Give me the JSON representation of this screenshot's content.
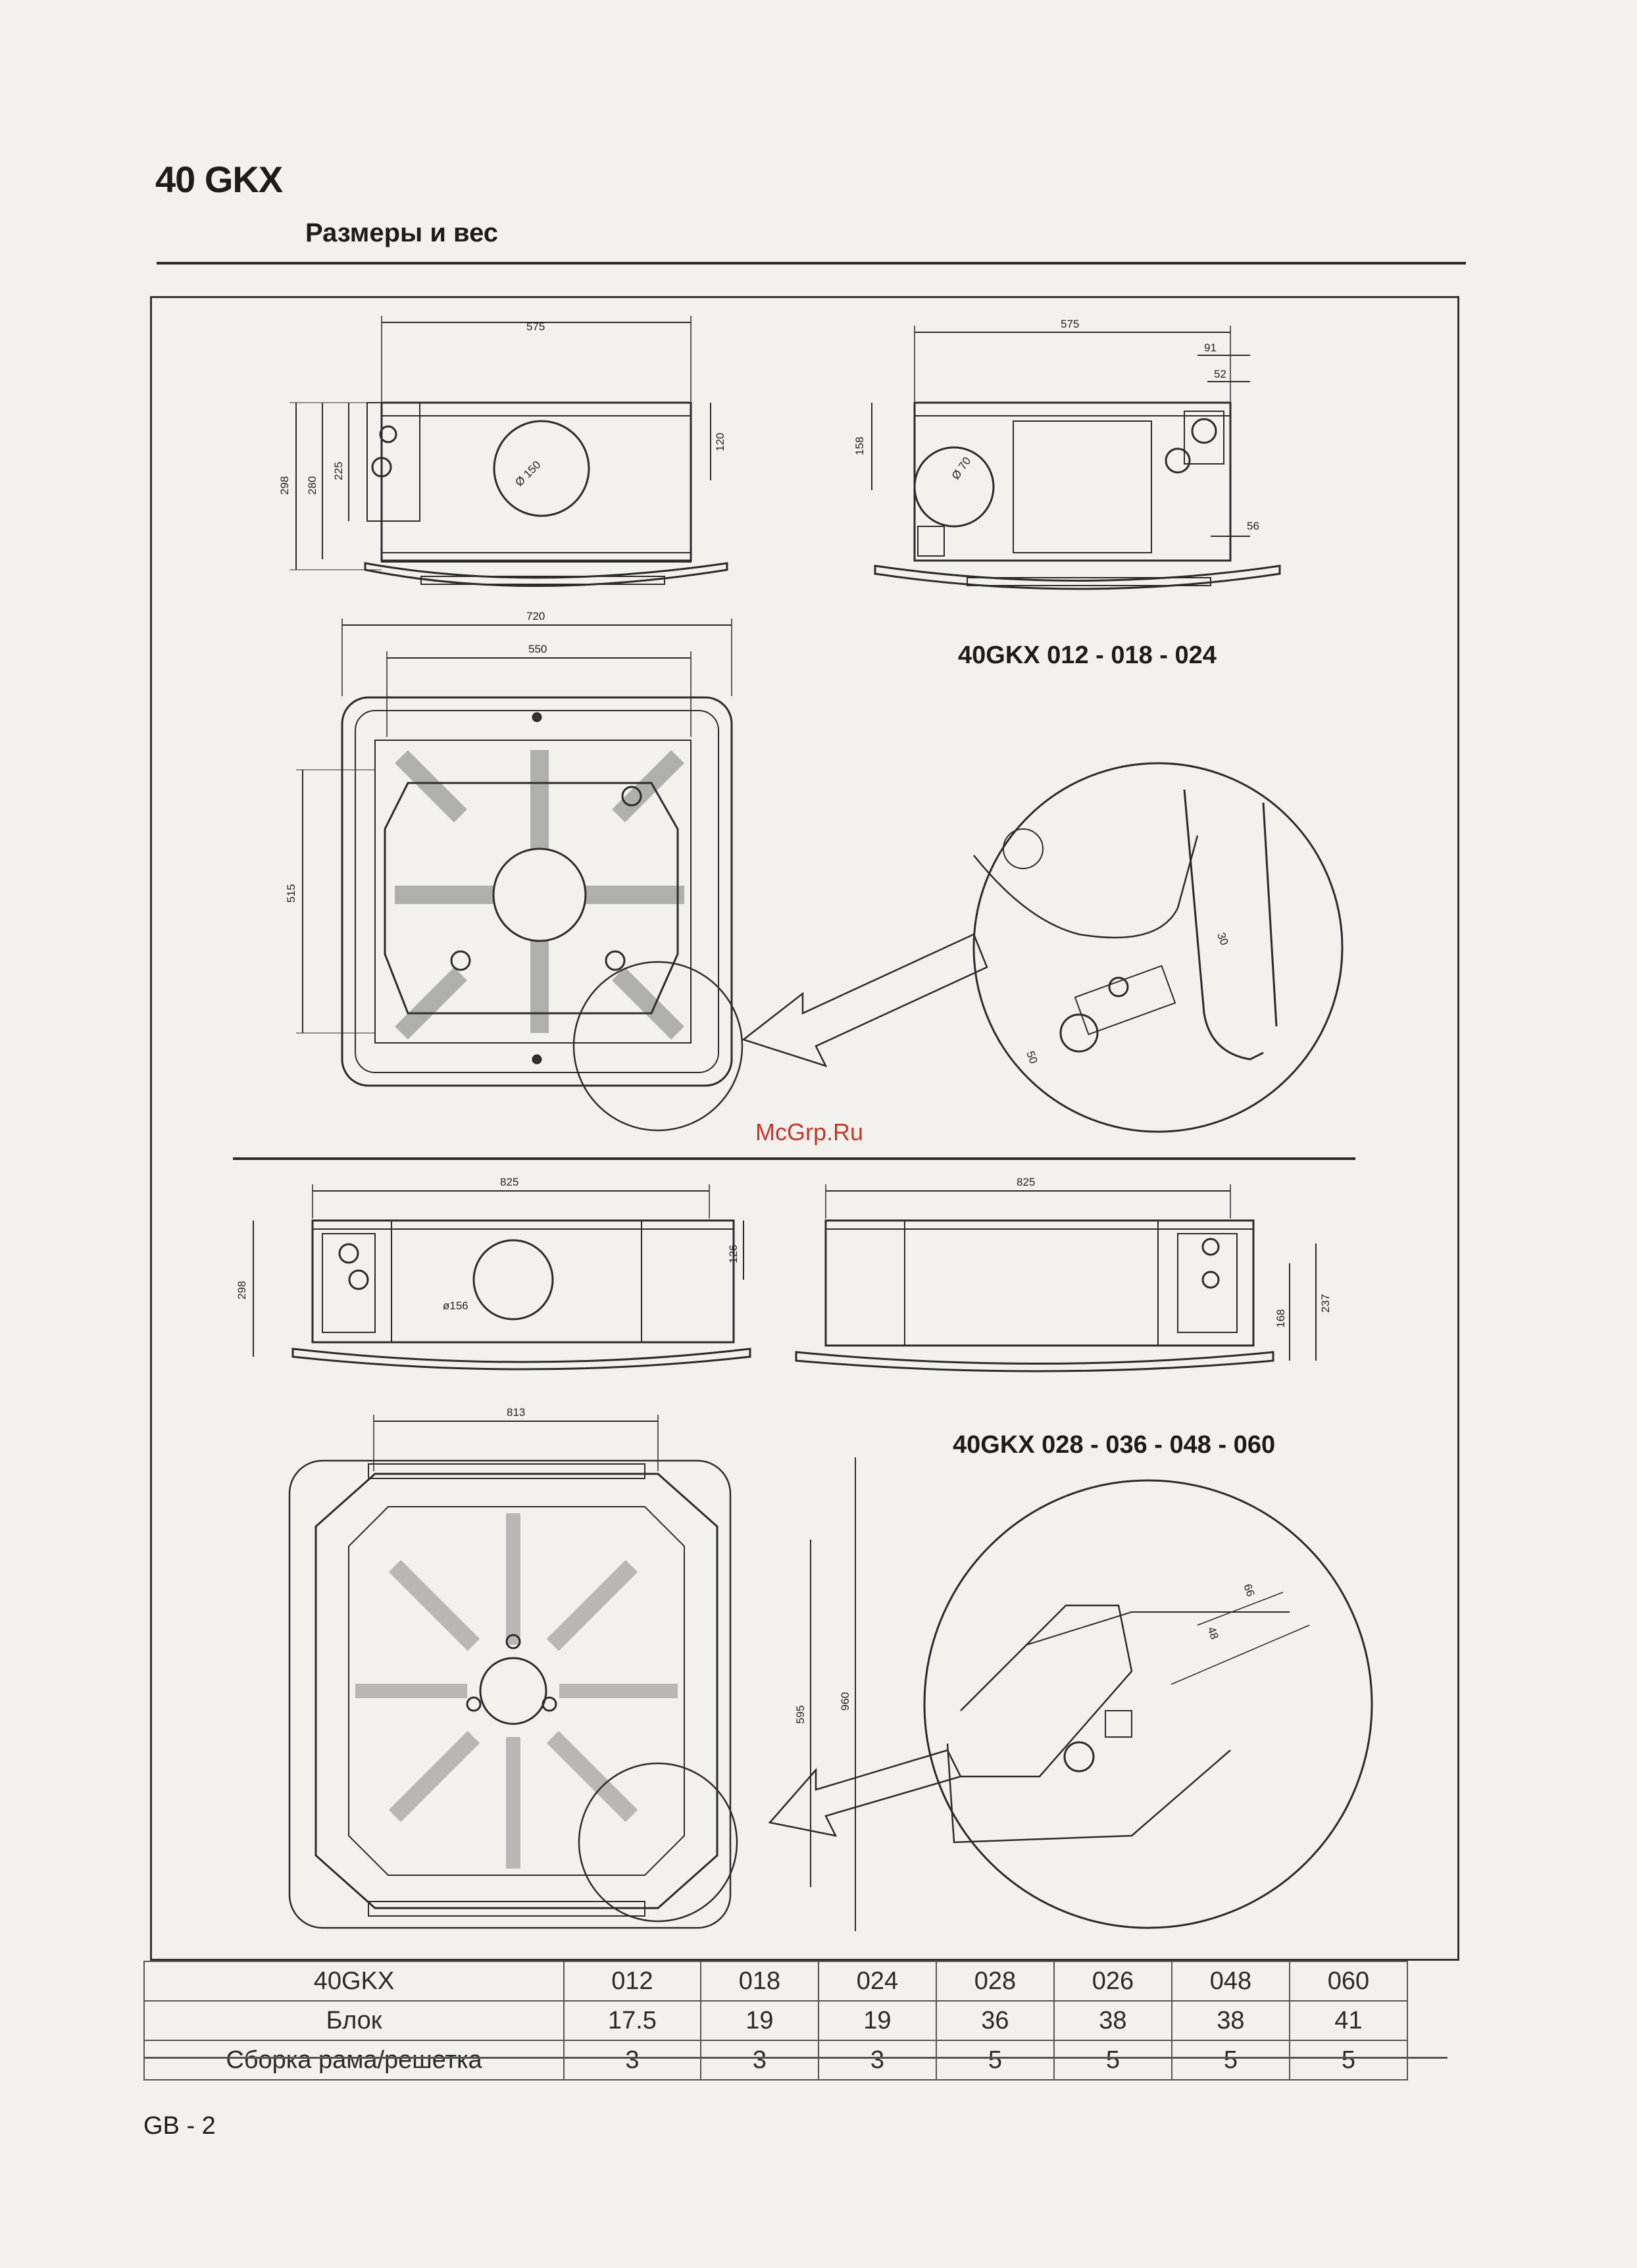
{
  "header": {
    "title": "40 GKX",
    "subtitle": "Размеры и вес"
  },
  "section1": {
    "model_label": "40GKX 012 - 018 - 024",
    "dims": {
      "side_width": "575",
      "side_h1": "298",
      "side_h2": "280",
      "side_h3": "225",
      "side_top": "120",
      "side_hole": "Ø 150",
      "side2_width": "575",
      "side2_91": "91",
      "side2_52": "52",
      "side2_158": "158",
      "side2_hole": "Ø 70",
      "side2_56": "56",
      "plan_720": "720",
      "plan_550": "550",
      "plan_515": "515",
      "detail_30": "30",
      "detail_50": "50"
    }
  },
  "section2": {
    "model_label": "40GKX 028 - 036 - 048 - 060",
    "dims": {
      "side_width": "825",
      "side_h": "298",
      "side_126": "126",
      "side_hole": "ø156",
      "side2_width": "825",
      "side2_168": "168",
      "side2_237": "237",
      "plan_813": "813",
      "plan_595": "595",
      "plan_960": "960",
      "detail_66": "66",
      "detail_48": "48"
    }
  },
  "watermark": "McGrp.Ru",
  "weights_table": {
    "header": [
      "40GKX",
      "012",
      "018",
      "024",
      "028",
      "026",
      "048",
      "060"
    ],
    "rows": [
      [
        "Блок",
        "17.5",
        "19",
        "19",
        "36",
        "38",
        "38",
        "41"
      ],
      [
        "Сборка рама/решетка",
        "3",
        "3",
        "3",
        "5",
        "5",
        "5",
        "5"
      ]
    ]
  },
  "footer": {
    "page": "GB - 2"
  }
}
